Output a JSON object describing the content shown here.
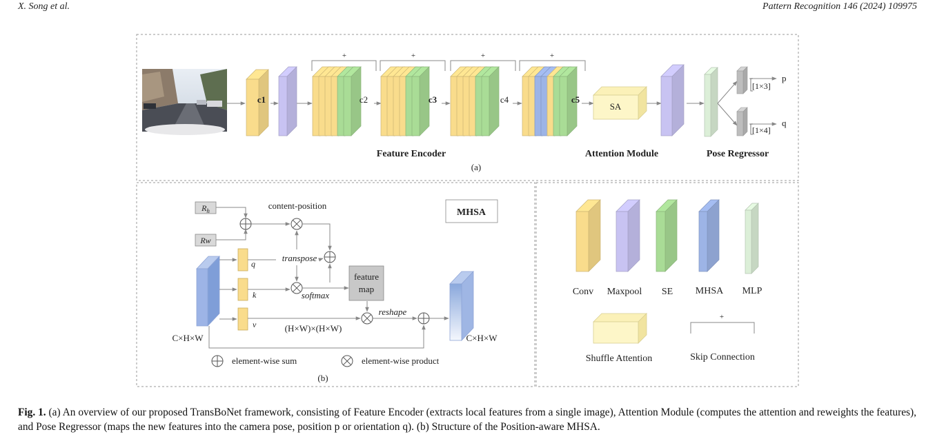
{
  "header": {
    "left": "X. Song et al.",
    "right": "Pattern Recognition 146 (2024) 109975"
  },
  "panel_a": {
    "blocks": [
      "c1",
      "c2",
      "c3",
      "c4",
      "c5"
    ],
    "skip_symbol": "+",
    "sa_label": "SA",
    "outputs": {
      "p_dim": "[1×3]",
      "p": "p",
      "q_dim": "[1×4]",
      "q": "q"
    },
    "section_labels": {
      "encoder": "Feature Encoder",
      "attention": "Attention Module",
      "regressor": "Pose Regressor"
    },
    "tag": "(a)"
  },
  "panel_b": {
    "rh": "Rh",
    "rw": "Rw",
    "content_position": "content-position",
    "mhsa": "MHSA",
    "q": "q",
    "k": "k",
    "v": "v",
    "transpose": "transpose",
    "softmax": "softmax",
    "feature_map_line1": "feature",
    "feature_map_line2": "map",
    "reshape": "reshape",
    "matrix_dim": "(H×W)×(H×W)",
    "input_dim": "C×H×W",
    "output_dim": "C×H×W",
    "legend_sum": "element-wise sum",
    "legend_product": "element-wise product",
    "tag": "(b)"
  },
  "legend": {
    "conv": "Conv",
    "maxpool": "Maxpool",
    "se": "SE",
    "mhsa": "MHSA",
    "mlp": "MLP",
    "shuffle_attention": "Shuffle Attention",
    "skip_connection": "Skip Connection",
    "skip_symbol": "+"
  },
  "colors": {
    "conv": "#f9dc8c",
    "maxpool": "#c8c3f2",
    "se": "#a9dc96",
    "mhsa": "#9db4e6",
    "mlp": "#dcefd8",
    "shuffle_attention": "#fdf6c8",
    "grey_block": "#bdbdbd"
  },
  "caption": {
    "label": "Fig. 1.",
    "text": " (a) An overview of our proposed TransBoNet framework, consisting of Feature Encoder (extracts local features from a single image), Attention Module (computes the attention and reweights the features), and Pose Regressor (maps the new features into the camera pose, position p or orientation q). (b) Structure of the Position-aware MHSA."
  }
}
